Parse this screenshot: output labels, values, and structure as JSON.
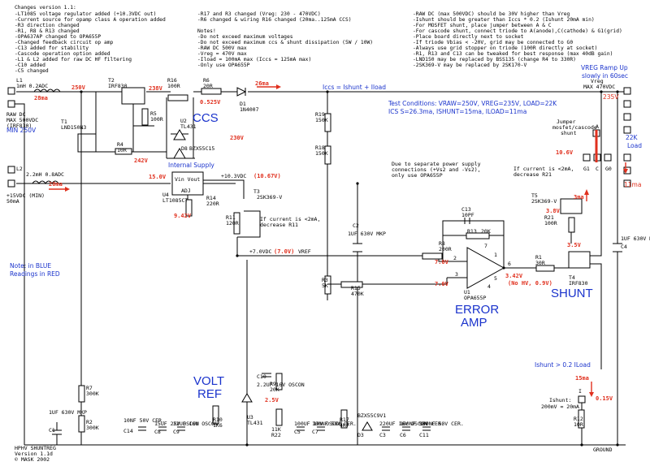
{
  "changes": {
    "title": "Changes version 1.1:",
    "left": [
      "-LT1085 voltage regulator added (+10.3VDC out)",
      "-Current source for opamp class A operation added",
      "-R3 direction changed",
      "-R1, R8 & R13 changed",
      "-OPA637AP changed to OPA655P",
      "-Changed feedback circuit op amp",
      "-C13 added for stability",
      "-Cascode operation option added",
      "-L1 & L2 added for raw DC HF filtering",
      "-C10 added",
      "-C5 changed"
    ],
    "middle": [
      "-R17 and R3 changed (Vreg: 230 - 470VDC)",
      "-R6 changed & wiring R16 changed (20ma..125mA CCS)",
      "",
      "Notes!",
      "-Do not exceed maximum voltages",
      "-Do not exceed maximum ccs & shunt dissipation (5W / 10W)",
      "-RAW DC 500V max",
      "-Vreg = 470V max",
      "-Iload = 100mA max (Iccs = 125mA max)",
      "-Only use OPA655P"
    ],
    "right": [
      "-RAW DC (max 500VDC) should be 30V higher than Vreg",
      "-Ishunt should be greater than Iccs * 0.2 (Ishunt 20mA min)",
      "-For MOSFET shunt, place jumper between A & C",
      "-For cascode shunt, connect triode to A(anode),C(cathode) & G1(grid)",
      "-Place board directly next to socket",
      "-If triode Vbias < -20V, grid may be connected to G0",
      "-Always use grid stopper on triode (100R directly at socket)",
      "-R1, R13 and C13 can be tweaked for best response (max 40dB gain)",
      "-LND150 may be replaced by BSS135 (change R4 to 330R)",
      "-2SK369-V may be replaced by 2SK170-V"
    ]
  },
  "labels": {
    "l1": "L1",
    "l1_val": "1mH 0.2ADC",
    "raw_dc": "RAW DC",
    "raw_dc_max": "MAX 500VDC",
    "raw_dc_type": "(IRF830)",
    "raw_dc_min": "MIN 250V",
    "t2": "T2",
    "t2_val": "IRF830",
    "r16": "R16",
    "r16_val": "100R",
    "r6": "R6",
    "r6_val": "20R",
    "r5": "R5",
    "r5_val": "100R",
    "u2": "U2",
    "u2_val": "TL431",
    "t1": "T1",
    "t1_val": "LND150N3",
    "r4": "R4",
    "r4_val": "10R",
    "d8": "D8",
    "d8_val": "BZX55C15",
    "d1": "D1",
    "d1_val": "1N4007",
    "r19": "R19",
    "r19_val": "150K",
    "r18": "R18",
    "r18_val": "150K",
    "l2": "L2",
    "l2_val": "2.2mH 0.8ADC",
    "plus15": "+15VDC (MIN)",
    "plus15_i": "50mA",
    "u4": "U4",
    "u4_val": "LT1085CT",
    "vin_vout": "Vin  Vout",
    "adj": "ADJ",
    "r14": "R14",
    "r14_val": "220R",
    "t3": "T3",
    "t3_val": "2SK369-V",
    "r11": "R11",
    "r11_val": "120R",
    "r11_note1": "If current is <2mA,",
    "r11_note2": "decrease R11",
    "plus103": "+10.3VDC",
    "plus70": "+7.0VDC",
    "vref": "VREF",
    "c2": "C2",
    "c2_val": "1UF 630V MKP",
    "psu_note1": "Due to separate power supply",
    "psu_note2": "connections (+Vs2 and -Vs2),",
    "psu_note3": "only use OPA655P",
    "c13": "C13",
    "c13_val": "10PF",
    "r13": "R13",
    "r13_val": "20K",
    "r8": "R8",
    "r8_val": "200R",
    "r3": "R3",
    "r3_val": "5K",
    "r15": "R15",
    "r15_val": "470K",
    "u1": "U1",
    "u1_val": "OPA655P",
    "r1": "R1",
    "r1_val": "30R",
    "t4": "T4",
    "t4_val": "IRF830",
    "r21": "R21",
    "r21_val": "100R",
    "t5": "T5",
    "t5_val": "2SK369-V",
    "r21_note1": "If current is <2mA,",
    "r21_note2": "decrease R21",
    "vreg": "Vreg",
    "vreg_max": "MAX 470VDC",
    "jumper1": "Jumper",
    "jumper2": "mosfet/cascode",
    "jumper3": "shunt",
    "pin_a": "A",
    "pin_g1": "G1",
    "pin_c": "C",
    "pin_g0": "G0",
    "c4": "C4",
    "c4_val": "1UF 630V MKP",
    "r7": "R7",
    "r7_val": "300K",
    "r2": "R2",
    "r2_val": "300K",
    "c1": "C1",
    "c1_val": "1UF 630V MKP",
    "c14": "C14",
    "c14_val": "10NF 50V CER.",
    "c8": "C8",
    "c8_val": "15UF 25V OSCON",
    "c9": "C9",
    "c9_val": "22UF 16V OSCON",
    "r10": "R10",
    "r10_val": "1K6",
    "c10": "C10",
    "c10_val": "2.2UF 16V OSCON",
    "r9": "R9",
    "r9_val": "20K",
    "u3": "U3",
    "u3_val": "TL431",
    "r22": "R22",
    "r22_val": "11K",
    "c5": "C5",
    "c5_val": "100UF 10V OSCON",
    "c7": "C7",
    "c7_val": "100NF 50V CER.",
    "r17": "R17",
    "r17_val": "4K7",
    "d3": "D3",
    "d3_val": "BZX55C9V1",
    "c3": "C3",
    "c3_val": "220UF 16V OSCON",
    "c6": "C6",
    "c6_val": "100NF 50V CER.",
    "c11": "C11",
    "c11_val": "100NF 50V CER.",
    "ishunt_label": "Ishunt:",
    "ishunt_calc": "200mV = 20mA",
    "pin_i": "I",
    "r12": "R12",
    "r12_val": "10R",
    "ground": "GROUND",
    "footer1": "HPHV SHUNTREG",
    "footer2": "Version 1.1d",
    "footer3": "© MASK 2002",
    "opamp_pins": [
      "2",
      "3",
      "4",
      "6",
      "7",
      "1",
      "5"
    ]
  },
  "annotations": {
    "v250": "250V",
    "i28": "28ma",
    "v238": "238V",
    "v0525": "0.525V",
    "i26": "26ma",
    "iccs_eq": "Iccs = Ishunt + Iload",
    "v235_top": "235V",
    "v242": "242V",
    "v230": "230V",
    "v15": "15.0V",
    "i20": "20ma",
    "v1067": "(10.67V)",
    "v942": "9.42V",
    "v70": "(7.0V)",
    "v70a": "7.0V",
    "v70b": "7.0V",
    "v342": "3.42V",
    "v_nohv": "(No HV, 0.9V)",
    "v25": "2.5V",
    "i3": "3ma",
    "v38": "3.8V",
    "v35": "3.5V",
    "v106": "10.6V",
    "i11": "11ma",
    "i15": "15ma",
    "v015": "0.15V",
    "ccs": "CCS",
    "internal_supply": "Internal Supply",
    "error": "ERROR",
    "amp": "AMP",
    "shunt": "SHUNT",
    "volt": "VOLT",
    "ref": "REF",
    "vreg_ramp1": "VREG Ramp Up",
    "vreg_ramp2": "slowly in 60sec",
    "load1": "22K",
    "load2": "Load",
    "test_cond1": "Test Conditions: VRAW=250V, VREG=235V, LOAD=22K",
    "test_cond2": "ICS S=26.3ma, ISHUNT=15ma, ILOAD=11ma",
    "note_blue1": "Note: in BLUE",
    "note_blue2": "Readings in RED",
    "ishunt_note": "Ishunt > 0.2 ILoad"
  }
}
